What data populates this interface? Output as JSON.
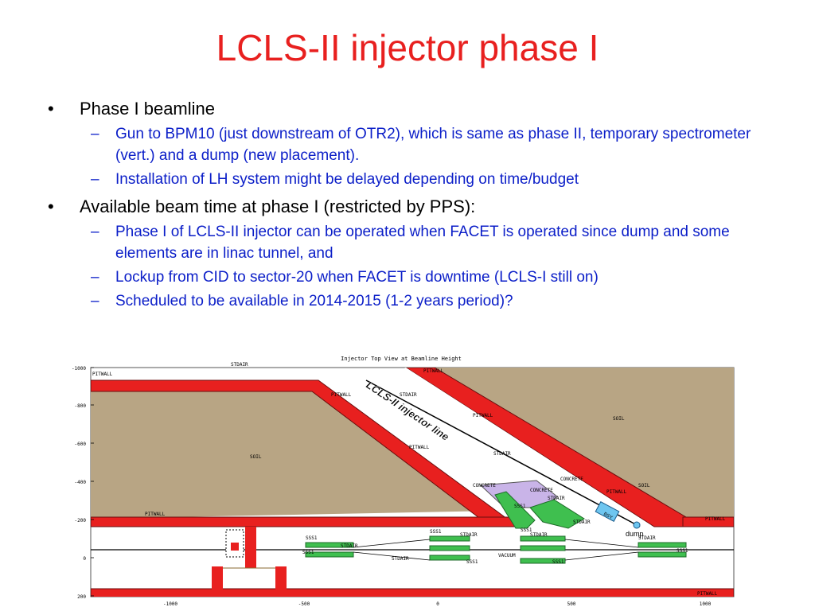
{
  "slide": {
    "title": "LCLS-II injector phase I",
    "bullets": [
      {
        "text": "Phase I beamline",
        "subs": [
          "Gun to BPM10 (just downstream of OTR2), which is same as phase II, temporary spectrometer (vert.) and a dump (new placement).",
          "Installation of LH system might be delayed depending on time/budget"
        ]
      },
      {
        "text": "Available beam time at phase I (restricted by PPS):",
        "subs": [
          "Phase I of LCLS-II injector can be operated when FACET is operated since dump and some elements are in linac tunnel, and",
          "Lockup from CID to sector-20 when FACET is downtime (LCLS-I still on)",
          "Scheduled to be available in 2014-2015 (1-2 years period)?"
        ]
      }
    ],
    "bullet_glyph": "•",
    "dash_glyph": "–"
  },
  "figure": {
    "title": "Injector Top View at Beamline Height",
    "injector_label": "LCLS-II injector line",
    "dump_label": "dump",
    "bsy_label": "BSY",
    "y_ticks": [
      "-1000",
      "-800",
      "-600",
      "-400",
      "-200",
      "0",
      "200"
    ],
    "x_ticks": [
      "-1000",
      "-500",
      "0",
      "500",
      "1000"
    ],
    "labels": {
      "pitwall": "PITWALL",
      "soil": "SOIL",
      "stdair": "STDAIR",
      "concrete": "CONCRETE",
      "sss1": "SSS1",
      "vacuum": "VACUUM"
    },
    "colors": {
      "wall": "#e8201f",
      "soil": "#b8a584",
      "concrete": "#c9b4e8",
      "magnet": "#3fbf4f",
      "dump": "#6ec6f0",
      "title": "#e8201f",
      "subtext": "#0b1ec8"
    }
  }
}
